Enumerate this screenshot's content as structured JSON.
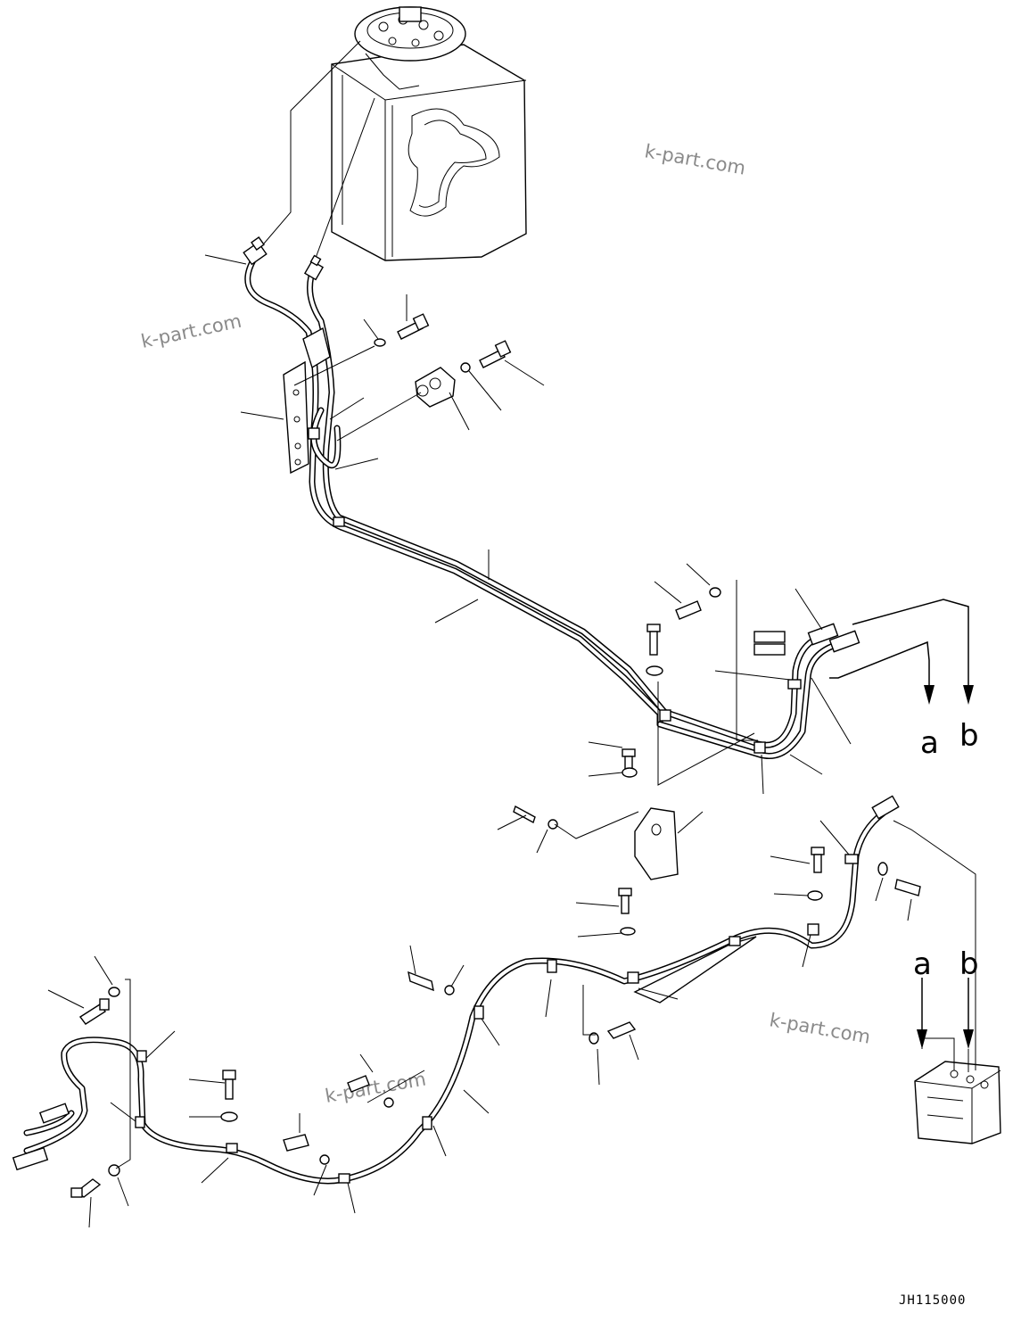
{
  "drawing_code": "JH115000",
  "watermark": "k-part.com",
  "connection_refs": [
    "a",
    "b"
  ]
}
